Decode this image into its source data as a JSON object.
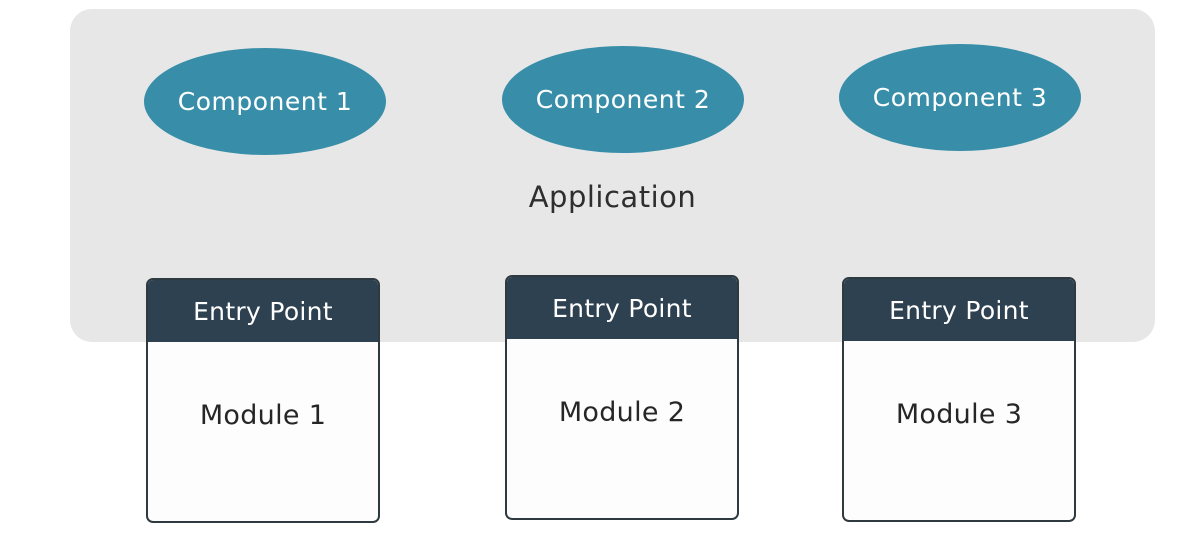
{
  "diagram": {
    "container_label": "Application",
    "components": [
      {
        "label": "Component 1"
      },
      {
        "label": "Component 2"
      },
      {
        "label": "Component 3"
      }
    ],
    "modules": [
      {
        "entry_label": "Entry Point",
        "label": "Module 1"
      },
      {
        "entry_label": "Entry Point",
        "label": "Module 2"
      },
      {
        "entry_label": "Entry Point",
        "label": "Module 3"
      }
    ]
  },
  "colors": {
    "application_background": "#e7e7e7",
    "component_fill": "#388ea9",
    "entry_point_fill": "#2e4150",
    "module_border": "#2f3a40",
    "module_fill": "#fdfdfd"
  }
}
